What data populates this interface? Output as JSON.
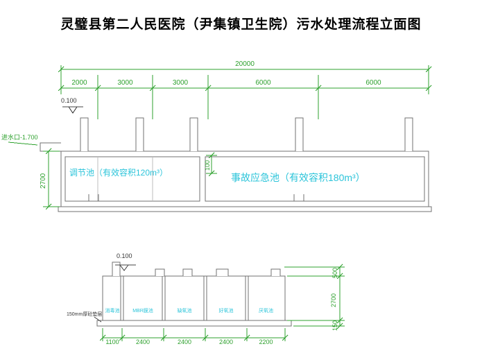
{
  "title": "灵璧县第二人民医院（尹集镇卫生院）污水处理流程立面图",
  "colors": {
    "dim_green": "#2ca02c",
    "label_cyan": "#2bc4da",
    "line_gray": "#707070"
  },
  "upper_view": {
    "total_dimension": "20000",
    "segment_dimensions": [
      "2000",
      "3000",
      "3000",
      "6000",
      "6000"
    ],
    "elevation_marker": "0.100",
    "inlet_label": "进水口-1.700",
    "height_dimension": "2700",
    "freeboard_dimension": "100",
    "tank_left_label": "调节池（有效容积120m³）",
    "tank_right_label": "事故应急池（有效容积180m³）"
  },
  "lower_view": {
    "elevation_marker": "0.100",
    "base_note": "150mm厚砼垫层",
    "compartment_labels": [
      "消毒池",
      "MBR膜池",
      "缺氧池",
      "好氧池",
      "厌氧池"
    ],
    "width_dimensions": [
      "1100",
      "2400",
      "2400",
      "2400",
      "2200"
    ],
    "height_dimensions": [
      "500",
      "2700",
      "150"
    ]
  }
}
